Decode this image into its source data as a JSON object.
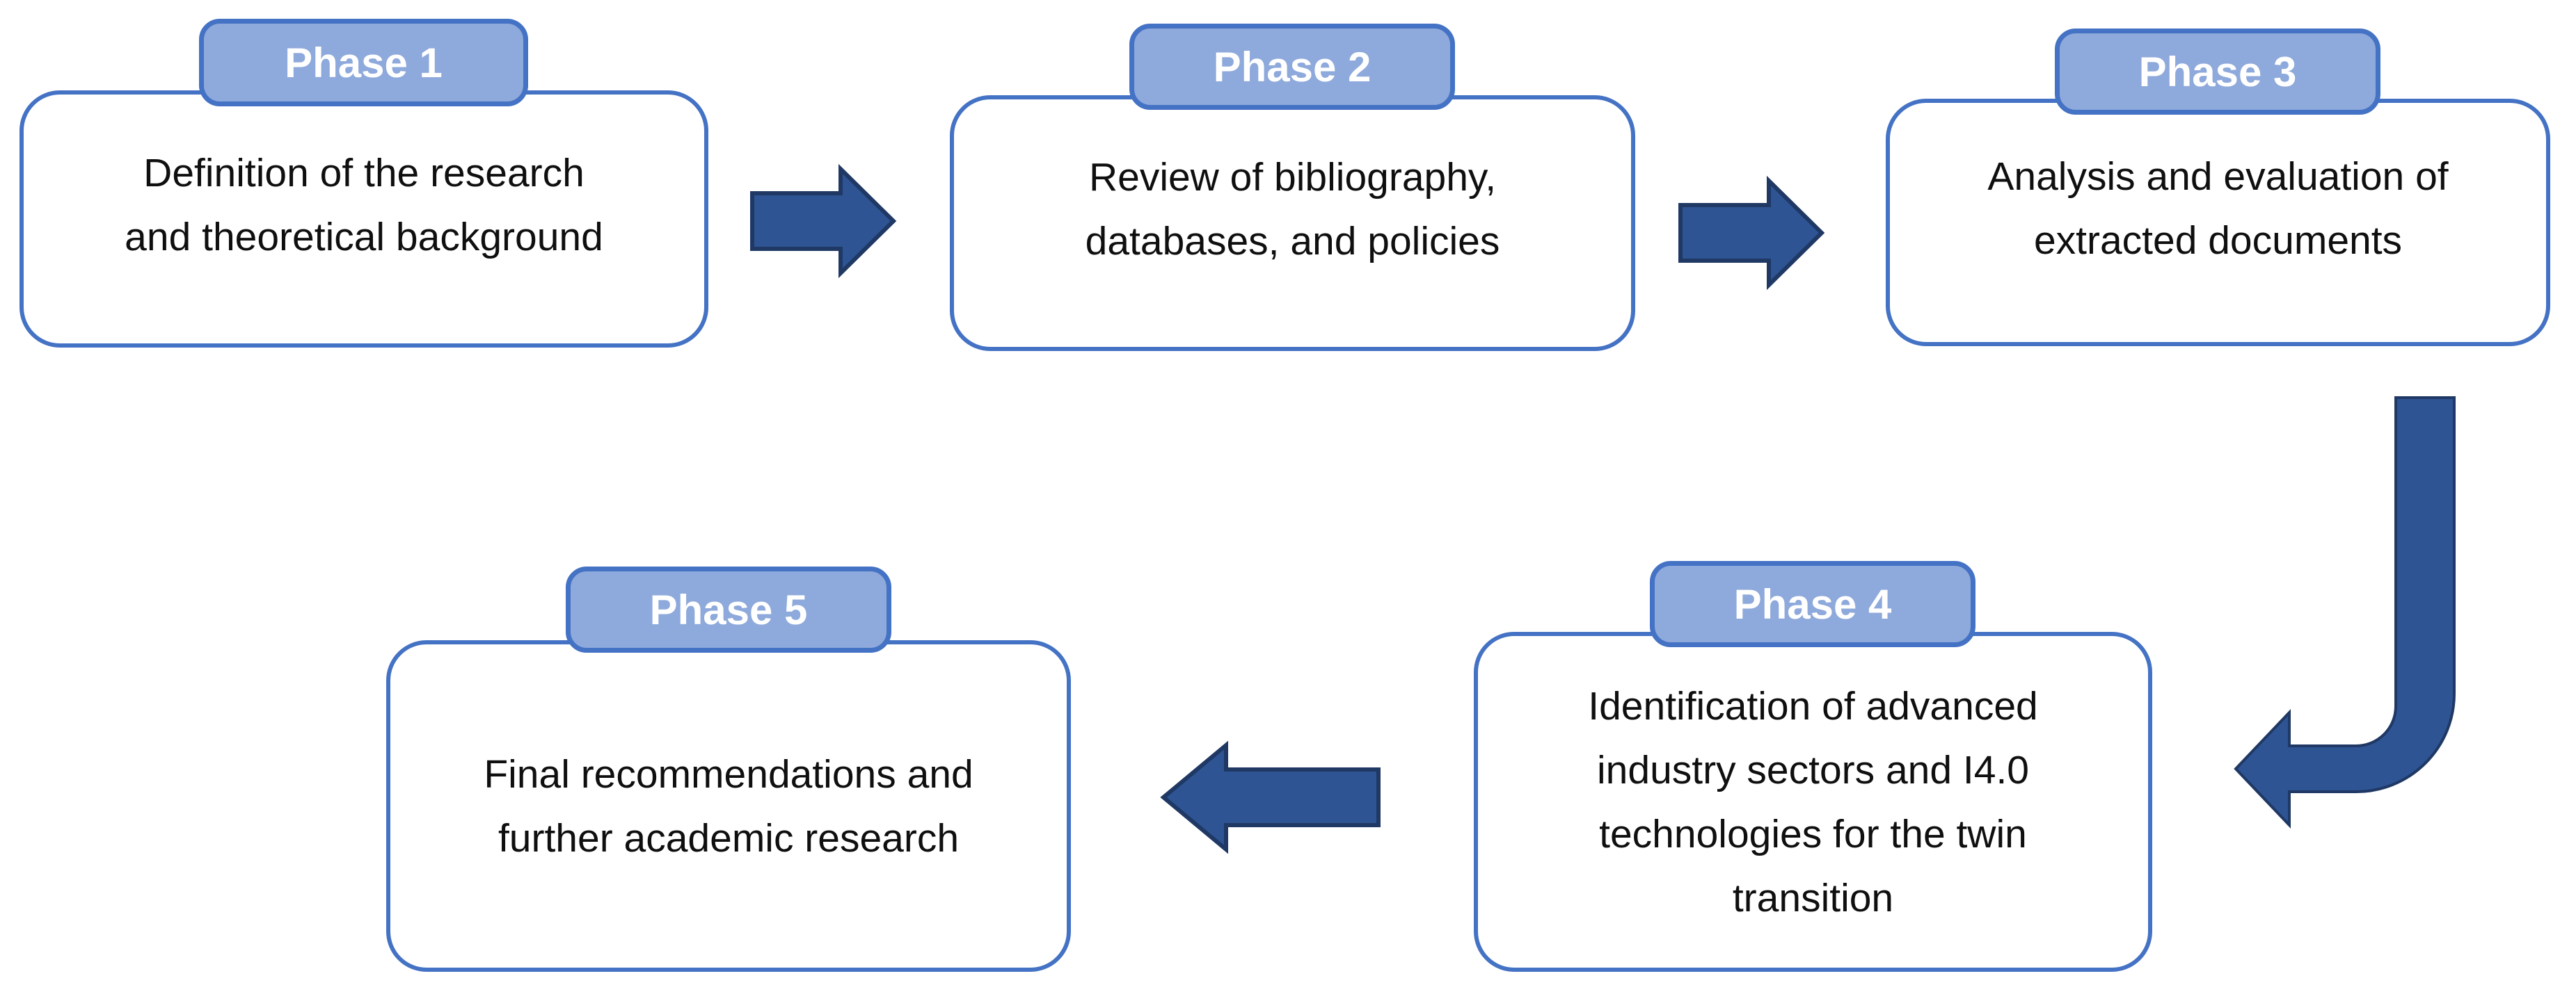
{
  "diagram": {
    "description": "Five-phase research methodology flow diagram",
    "colors": {
      "tab_fill": "#8EA9DB",
      "tab_border": "#4472C4",
      "box_border": "#4472C4",
      "box_fill": "#FFFFFF",
      "arrow_fill": "#2E5494",
      "arrow_border": "#1F3864",
      "body_text": "#0F0F0F",
      "tab_text": "#FFFFFF",
      "background": "#FFFFFF"
    },
    "arrows": [
      {
        "name": "phase1-to-phase2",
        "direction": "right"
      },
      {
        "name": "phase2-to-phase3",
        "direction": "right"
      },
      {
        "name": "phase3-to-phase4",
        "direction": "down-then-left"
      },
      {
        "name": "phase4-to-phase5",
        "direction": "left"
      }
    ]
  },
  "phases": [
    {
      "label": "Phase 1",
      "lines": [
        "Definition of the research",
        "and theoretical background"
      ]
    },
    {
      "label": "Phase 2",
      "lines": [
        "Review of bibliography,",
        "databases, and policies"
      ]
    },
    {
      "label": "Phase 3",
      "lines": [
        "Analysis and evaluation of",
        "extracted documents"
      ]
    },
    {
      "label": "Phase 4",
      "lines": [
        "Identification of advanced",
        "industry sectors and I4.0",
        "technologies for the twin",
        "transition"
      ]
    },
    {
      "label": "Phase 5",
      "lines": [
        "Final recommendations and",
        "further academic research"
      ]
    }
  ]
}
